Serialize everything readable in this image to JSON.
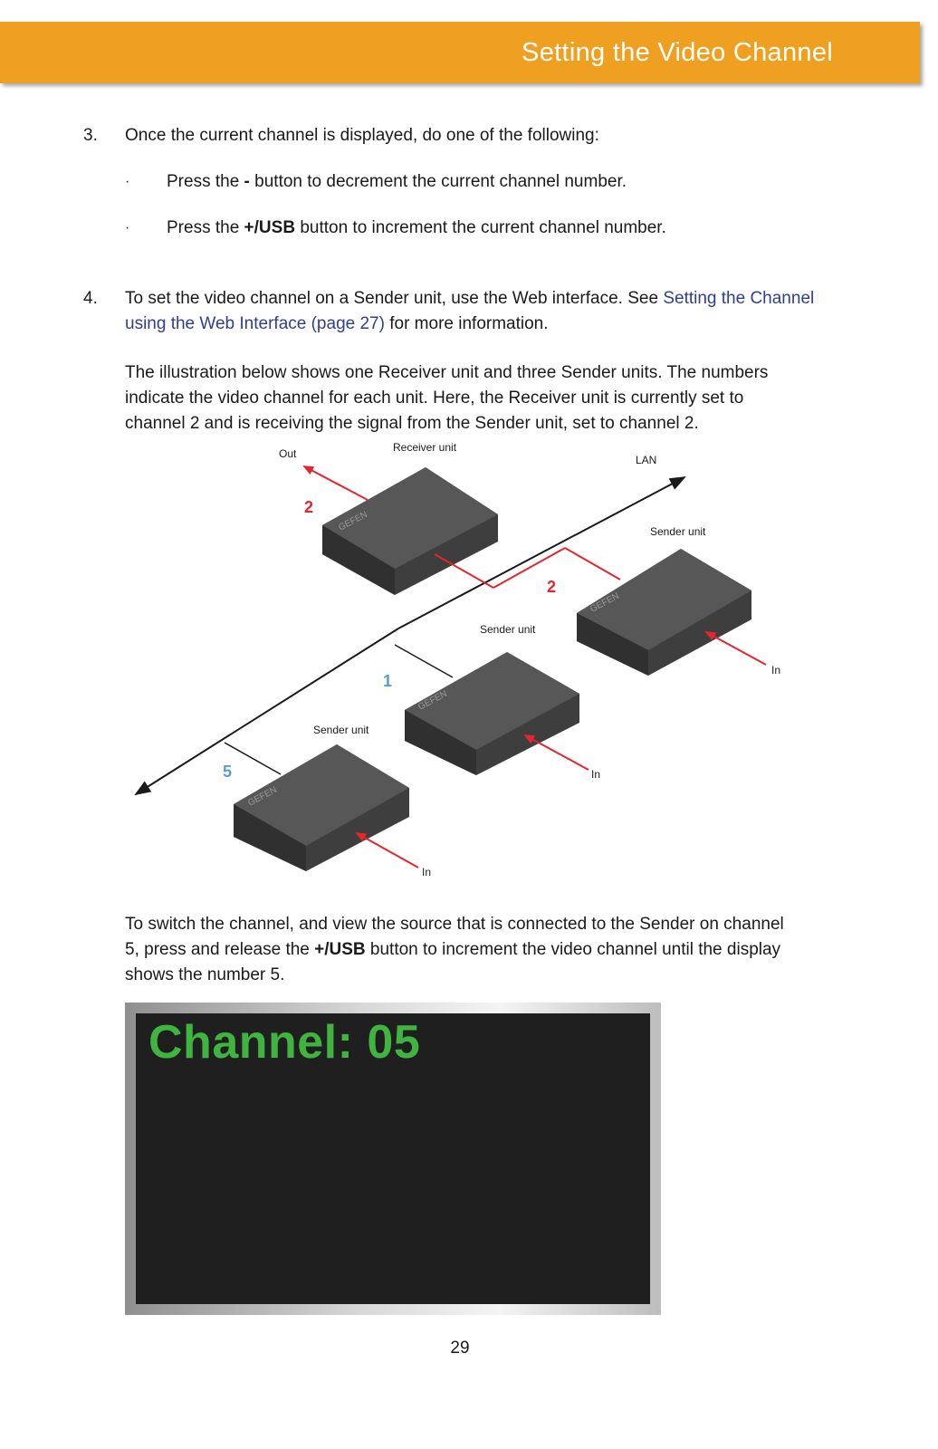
{
  "header": {
    "title": "Setting the Video Channel"
  },
  "step3": {
    "number": "3.",
    "text": "Once the current channel is displayed, do one of the following:",
    "bullets": [
      {
        "dot": "·",
        "pre": "Press the ",
        "bold": "-",
        "post": " button to decrement the current channel number."
      },
      {
        "dot": "·",
        "pre": "Press the ",
        "bold": "+/USB",
        "post": " button to increment the current channel number."
      }
    ]
  },
  "step4": {
    "number": "4.",
    "text_pre": "To set the video channel on a Sender unit, use the Web interface.  See ",
    "link_line1": "Setting the Channel",
    "link_line2": "using the Web Interface (page 27)",
    "text_post": " for more information."
  },
  "illustration_intro": {
    "line1": "The illustration below shows one Receiver unit and three Sender units.  The numbers",
    "line2": "indicate the video channel for each unit.  Here, the Receiver unit is currently set to",
    "line3": "channel 2 and is receiving the signal from the Sender unit, set to channel 2."
  },
  "diagram": {
    "labels": {
      "out": "Out",
      "receiver_unit": "Receiver unit",
      "lan": "LAN",
      "sender_unit_top": "Sender unit",
      "sender_unit_mid": "Sender unit",
      "sender_unit_low": "Sender unit",
      "in_top": "In",
      "in_mid": "In",
      "in_low": "In",
      "brand": "GEFEN"
    },
    "channels": {
      "receiver": "2",
      "sender_top": "2",
      "sender_mid": "1",
      "sender_low": "5"
    },
    "colors": {
      "red": "#e3262e",
      "blue": "#5b9bd5",
      "box_top": "#535353",
      "box_side": "#3e3e3e"
    }
  },
  "switch_text": {
    "line1": "To switch the channel, and view the source that is connected to the Sender on channel",
    "line2_pre": "5, press and release the ",
    "line2_bold": "+/USB",
    "line2_post": " button to increment the video channel until the display",
    "line3": "shows the number 5."
  },
  "display": {
    "text": "Channel: 05",
    "color": "#3fb43f"
  },
  "page_number": "29"
}
